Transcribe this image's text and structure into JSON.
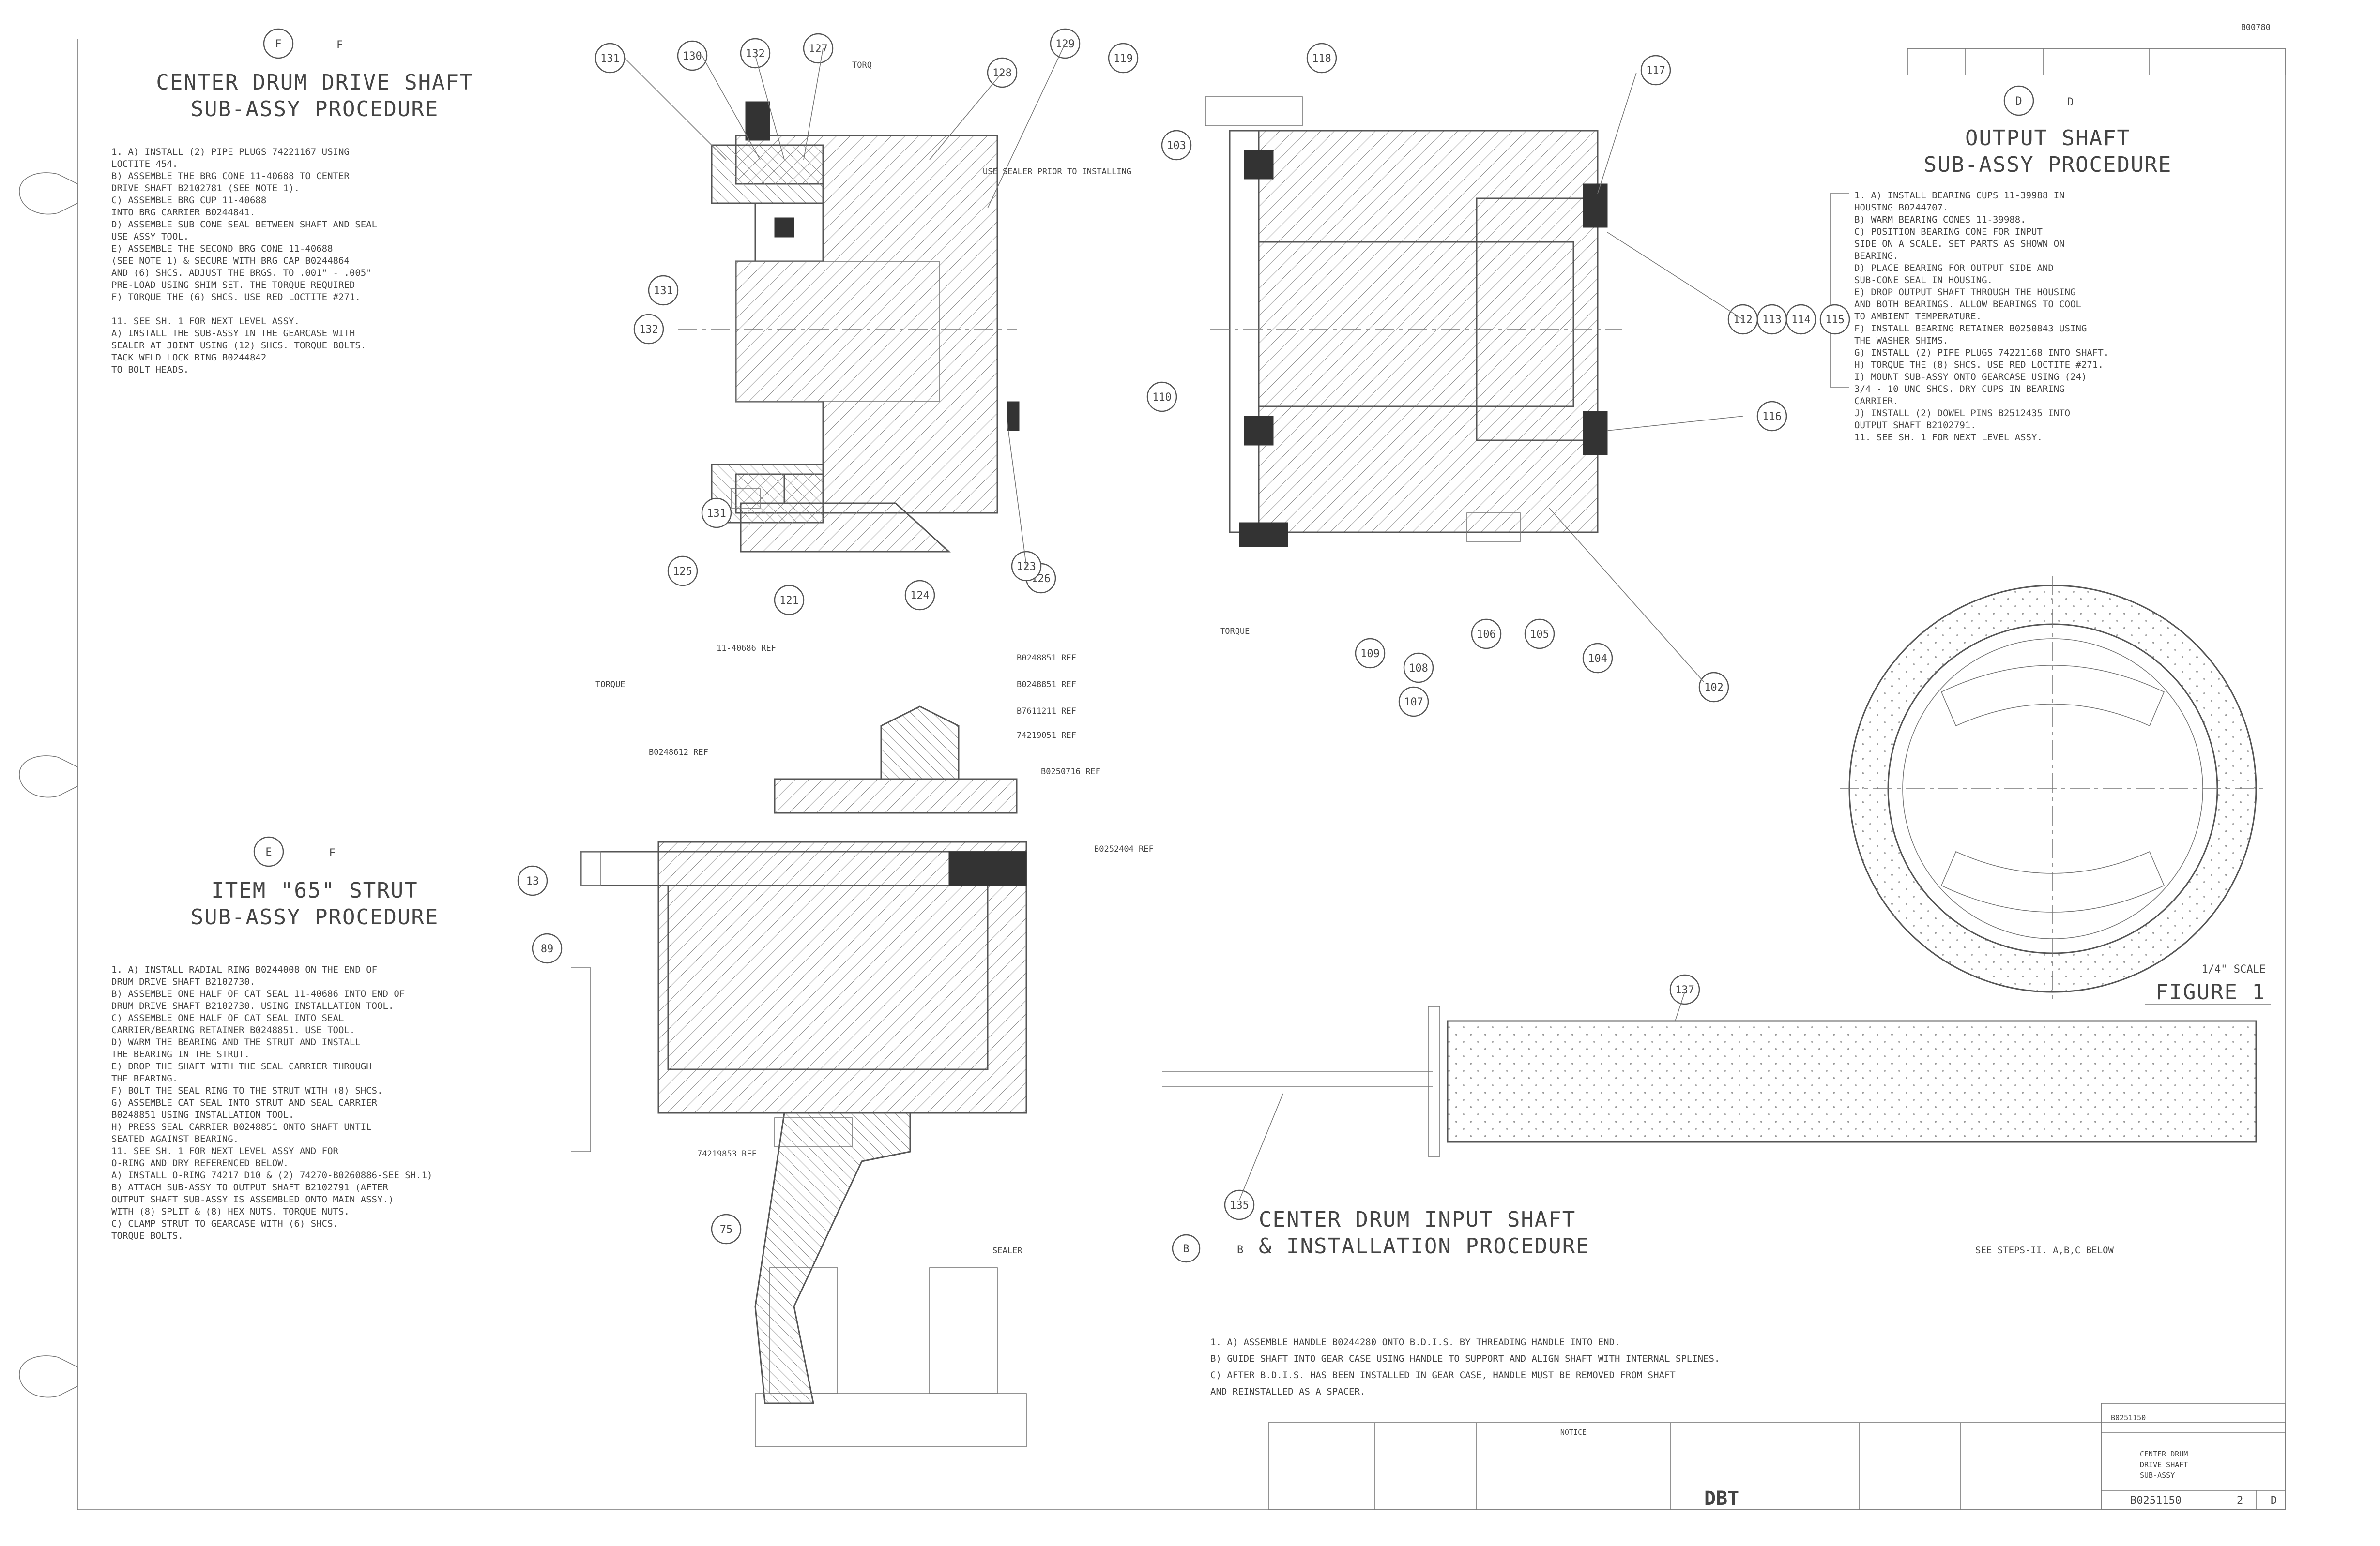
{
  "sheet": {
    "drawing_id": "B00780"
  },
  "section_f": {
    "letter": "F",
    "title": [
      "CENTER DRUM DRIVE SHAFT",
      "SUB-ASSY PROCEDURE"
    ],
    "steps": [
      "1.  A) INSTALL (2) PIPE PLUGS 74221167 USING",
      "       LOCTITE 454.",
      "    B) ASSEMBLE THE BRG CONE 11-40688 TO CENTER",
      "       DRIVE SHAFT B2102781 (SEE NOTE 1).",
      "    C) ASSEMBLE BRG CUP 11-40688",
      "       INTO BRG CARRIER B0244841.",
      "    D) ASSEMBLE SUB-CONE SEAL BETWEEN SHAFT AND SEAL",
      "       USE ASSY TOOL.",
      "    E) ASSEMBLE THE SECOND BRG CONE 11-40688",
      "       (SEE NOTE 1) & SECURE WITH BRG CAP B0244864",
      "       AND (6) SHCS. ADJUST THE BRGS. TO .001\" - .005\"",
      "       PRE-LOAD USING SHIM SET. THE TORQUE REQUIRED",
      "    F) TORQUE THE (6) SHCS. USE RED LOCTITE #271.",
      "",
      "11.    SEE SH. 1 FOR NEXT LEVEL ASSY.",
      "    A) INSTALL THE SUB-ASSY IN THE GEARCASE WITH",
      "       SEALER AT JOINT USING (12) SHCS. TORQUE BOLTS.",
      "       TACK WELD LOCK RING B0244842",
      "       TO BOLT HEADS."
    ]
  },
  "section_d": {
    "letter": "D",
    "title": [
      "OUTPUT SHAFT",
      "SUB-ASSY PROCEDURE"
    ],
    "steps": [
      "1.  A) INSTALL BEARING CUPS 11-39988 IN",
      "       HOUSING B0244707.",
      "    B) WARM BEARING CONES 11-39988.",
      "    C) POSITION BEARING CONE FOR INPUT",
      "       SIDE ON A SCALE. SET PARTS AS SHOWN ON",
      "       BEARING.",
      "    D) PLACE BEARING FOR OUTPUT SIDE AND",
      "       SUB-CONE SEAL IN HOUSING.",
      "    E) DROP OUTPUT SHAFT THROUGH THE HOUSING",
      "       AND BOTH BEARINGS. ALLOW BEARINGS TO COOL",
      "       TO AMBIENT TEMPERATURE.",
      "    F) INSTALL BEARING RETAINER B0250843 USING",
      "       THE WASHER SHIMS.",
      "    G) INSTALL (2) PIPE PLUGS 74221168 INTO SHAFT.",
      "    H) TORQUE THE (8) SHCS. USE RED LOCTITE #271.",
      "    I) MOUNT SUB-ASSY ONTO GEARCASE USING (24)",
      "       3/4 - 10 UNC SHCS. DRY CUPS IN BEARING",
      "       CARRIER.",
      "    J) INSTALL (2) DOWEL PINS B2512435 INTO",
      "       OUTPUT SHAFT B2102791.",
      "11.    SEE SH. 1 FOR NEXT LEVEL ASSY."
    ]
  },
  "section_e": {
    "letter": "E",
    "title": [
      "ITEM \"65\" STRUT",
      "SUB-ASSY PROCEDURE"
    ],
    "steps": [
      "1.  A) INSTALL RADIAL RING B0244008 ON THE END OF",
      "       DRUM DRIVE SHAFT B2102730.",
      "    B) ASSEMBLE ONE HALF OF CAT SEAL 11-40686 INTO END OF",
      "       DRUM DRIVE SHAFT B2102730. USING INSTALLATION TOOL.",
      "    C) ASSEMBLE ONE HALF OF CAT SEAL INTO SEAL",
      "       CARRIER/BEARING RETAINER B0248851. USE TOOL.",
      "    D) WARM THE BEARING AND THE STRUT AND INSTALL",
      "       THE BEARING IN THE STRUT.",
      "    E) DROP THE SHAFT WITH THE SEAL CARRIER THROUGH",
      "       THE BEARING.",
      "    F) BOLT THE SEAL RING TO THE STRUT WITH (8) SHCS.",
      "    G) ASSEMBLE CAT SEAL INTO STRUT AND SEAL CARRIER",
      "       B0248851 USING INSTALLATION TOOL.",
      "    H) PRESS SEAL CARRIER B0248851 ONTO SHAFT UNTIL",
      "       SEATED AGAINST BEARING.",
      "11.    SEE SH. 1 FOR NEXT LEVEL ASSY AND FOR",
      "       O-RING AND DRY REFERENCED BELOW.",
      "    A) INSTALL O-RING 74217 D10 & (2) 74270-B0260886-SEE SH.1)",
      "    B) ATTACH SUB-ASSY TO OUTPUT SHAFT B2102791 (AFTER",
      "       OUTPUT SHAFT SUB-ASSY IS ASSEMBLED ONTO MAIN ASSY.)",
      "       WITH (8) SPLIT & (8) HEX NUTS. TORQUE NUTS.",
      "    C) CLAMP STRUT TO GEARCASE WITH (6) SHCS.",
      "       TORQUE BOLTS."
    ]
  },
  "section_b": {
    "letter": "B",
    "title": [
      "CENTER DRUM INPUT SHAFT",
      "& INSTALLATION PROCEDURE"
    ],
    "see_steps": "SEE STEPS-II. A,B,C BELOW",
    "steps": [
      "1.  A) ASSEMBLE HANDLE B0244280 ONTO B.D.I.S. BY THREADING HANDLE INTO END.",
      "    B) GUIDE SHAFT INTO GEAR CASE USING HANDLE TO SUPPORT AND ALIGN SHAFT WITH INTERNAL SPLINES.",
      "    C) AFTER B.D.I.S. HAS BEEN INSTALLED IN GEAR CASE, HANDLE MUST BE REMOVED FROM SHAFT",
      "       AND REINSTALLED AS A SPACER."
    ]
  },
  "figure1": {
    "scale": "1/4\" SCALE",
    "label": "FIGURE 1"
  },
  "callouts_f": [
    "131",
    "130",
    "132",
    "127",
    "128",
    "129",
    "131",
    "126",
    "125",
    "121",
    "124",
    "123",
    "131",
    "132"
  ],
  "callouts_d": [
    "119",
    "118",
    "117",
    "112",
    "113",
    "114",
    "115",
    "116",
    "110",
    "109",
    "108",
    "107",
    "106",
    "105",
    "104",
    "102",
    "103"
  ],
  "callouts_e": [
    "13",
    "89",
    "75"
  ],
  "callouts_b": [
    "137",
    "135"
  ],
  "torque_notes": [
    "TORQ",
    "TORQUE",
    "TORQUE"
  ],
  "ref_labels_e": [
    "11-40686 REF",
    "B0248851 REF",
    "B0248851 REF",
    "B7611211 REF",
    "B0248612 REF",
    "74219051 REF",
    "B0250716 REF",
    "B0252404 REF",
    "74219853 REF",
    "SEALER"
  ],
  "note_sealer": "USE SEALER PRIOR TO INSTALLING",
  "title_block": {
    "notice_header": "NOTICE",
    "company": "DBT",
    "drawing_title": [
      "CENTER DRUM",
      "DRIVE SHAFT",
      "SUB-ASSY"
    ],
    "dwg_no": "B0251150",
    "sheet": "2",
    "rev": "D",
    "top_code": "B0251150"
  }
}
